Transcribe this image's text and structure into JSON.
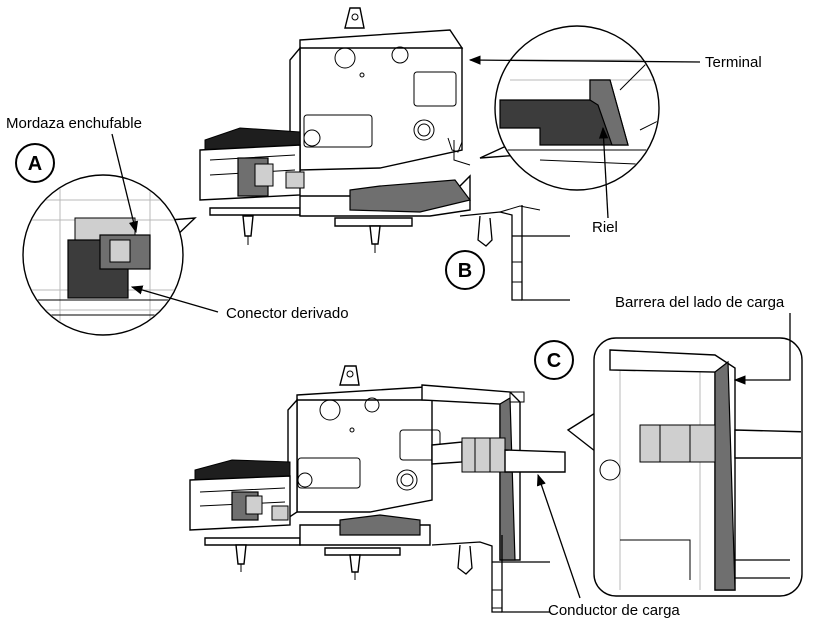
{
  "labels": {
    "terminal": "Terminal",
    "mordaza": "Mordaza enchufable",
    "riel": "Riel",
    "conector": "Conector derivado",
    "barrera": "Barrera del lado de carga",
    "conductor": "Conductor de carga"
  },
  "callouts": {
    "a": "A",
    "b": "B",
    "c": "C"
  }
}
